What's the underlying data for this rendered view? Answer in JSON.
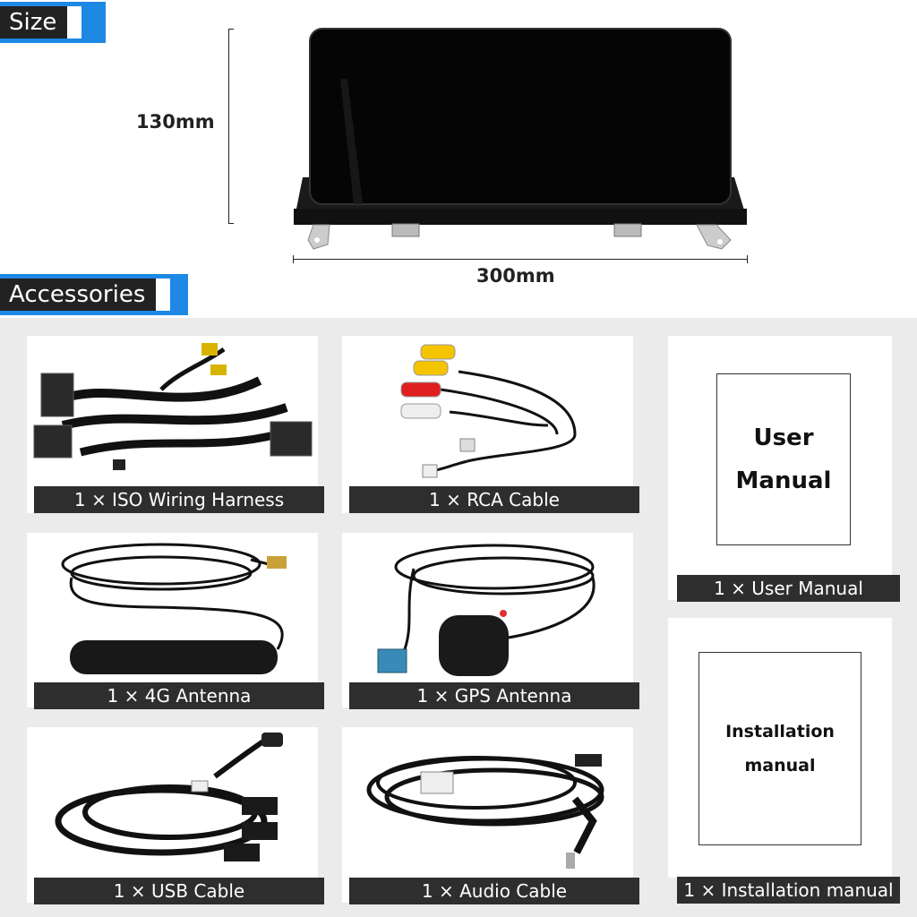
{
  "sections": {
    "size": "Size",
    "accessories": "Accessories"
  },
  "dimensions": {
    "height": "130mm",
    "width": "300mm"
  },
  "items": [
    {
      "label": "1 × ISO Wiring Harness"
    },
    {
      "label": "1 × RCA Cable"
    },
    {
      "label": "1 × User Manual"
    },
    {
      "label": "1 × 4G Antenna"
    },
    {
      "label": "1 × GPS Antenna"
    },
    {
      "label": "1 × USB Cable"
    },
    {
      "label": "1 × Audio Cable"
    },
    {
      "label": "1 × Installation manual"
    }
  ],
  "manuals": {
    "user_line1": "User",
    "user_line2": "Manual",
    "install_line1": "Installation",
    "install_line2": "manual"
  },
  "colors": {
    "accent": "#1e88e5",
    "label_bg": "#2e2e2e"
  }
}
